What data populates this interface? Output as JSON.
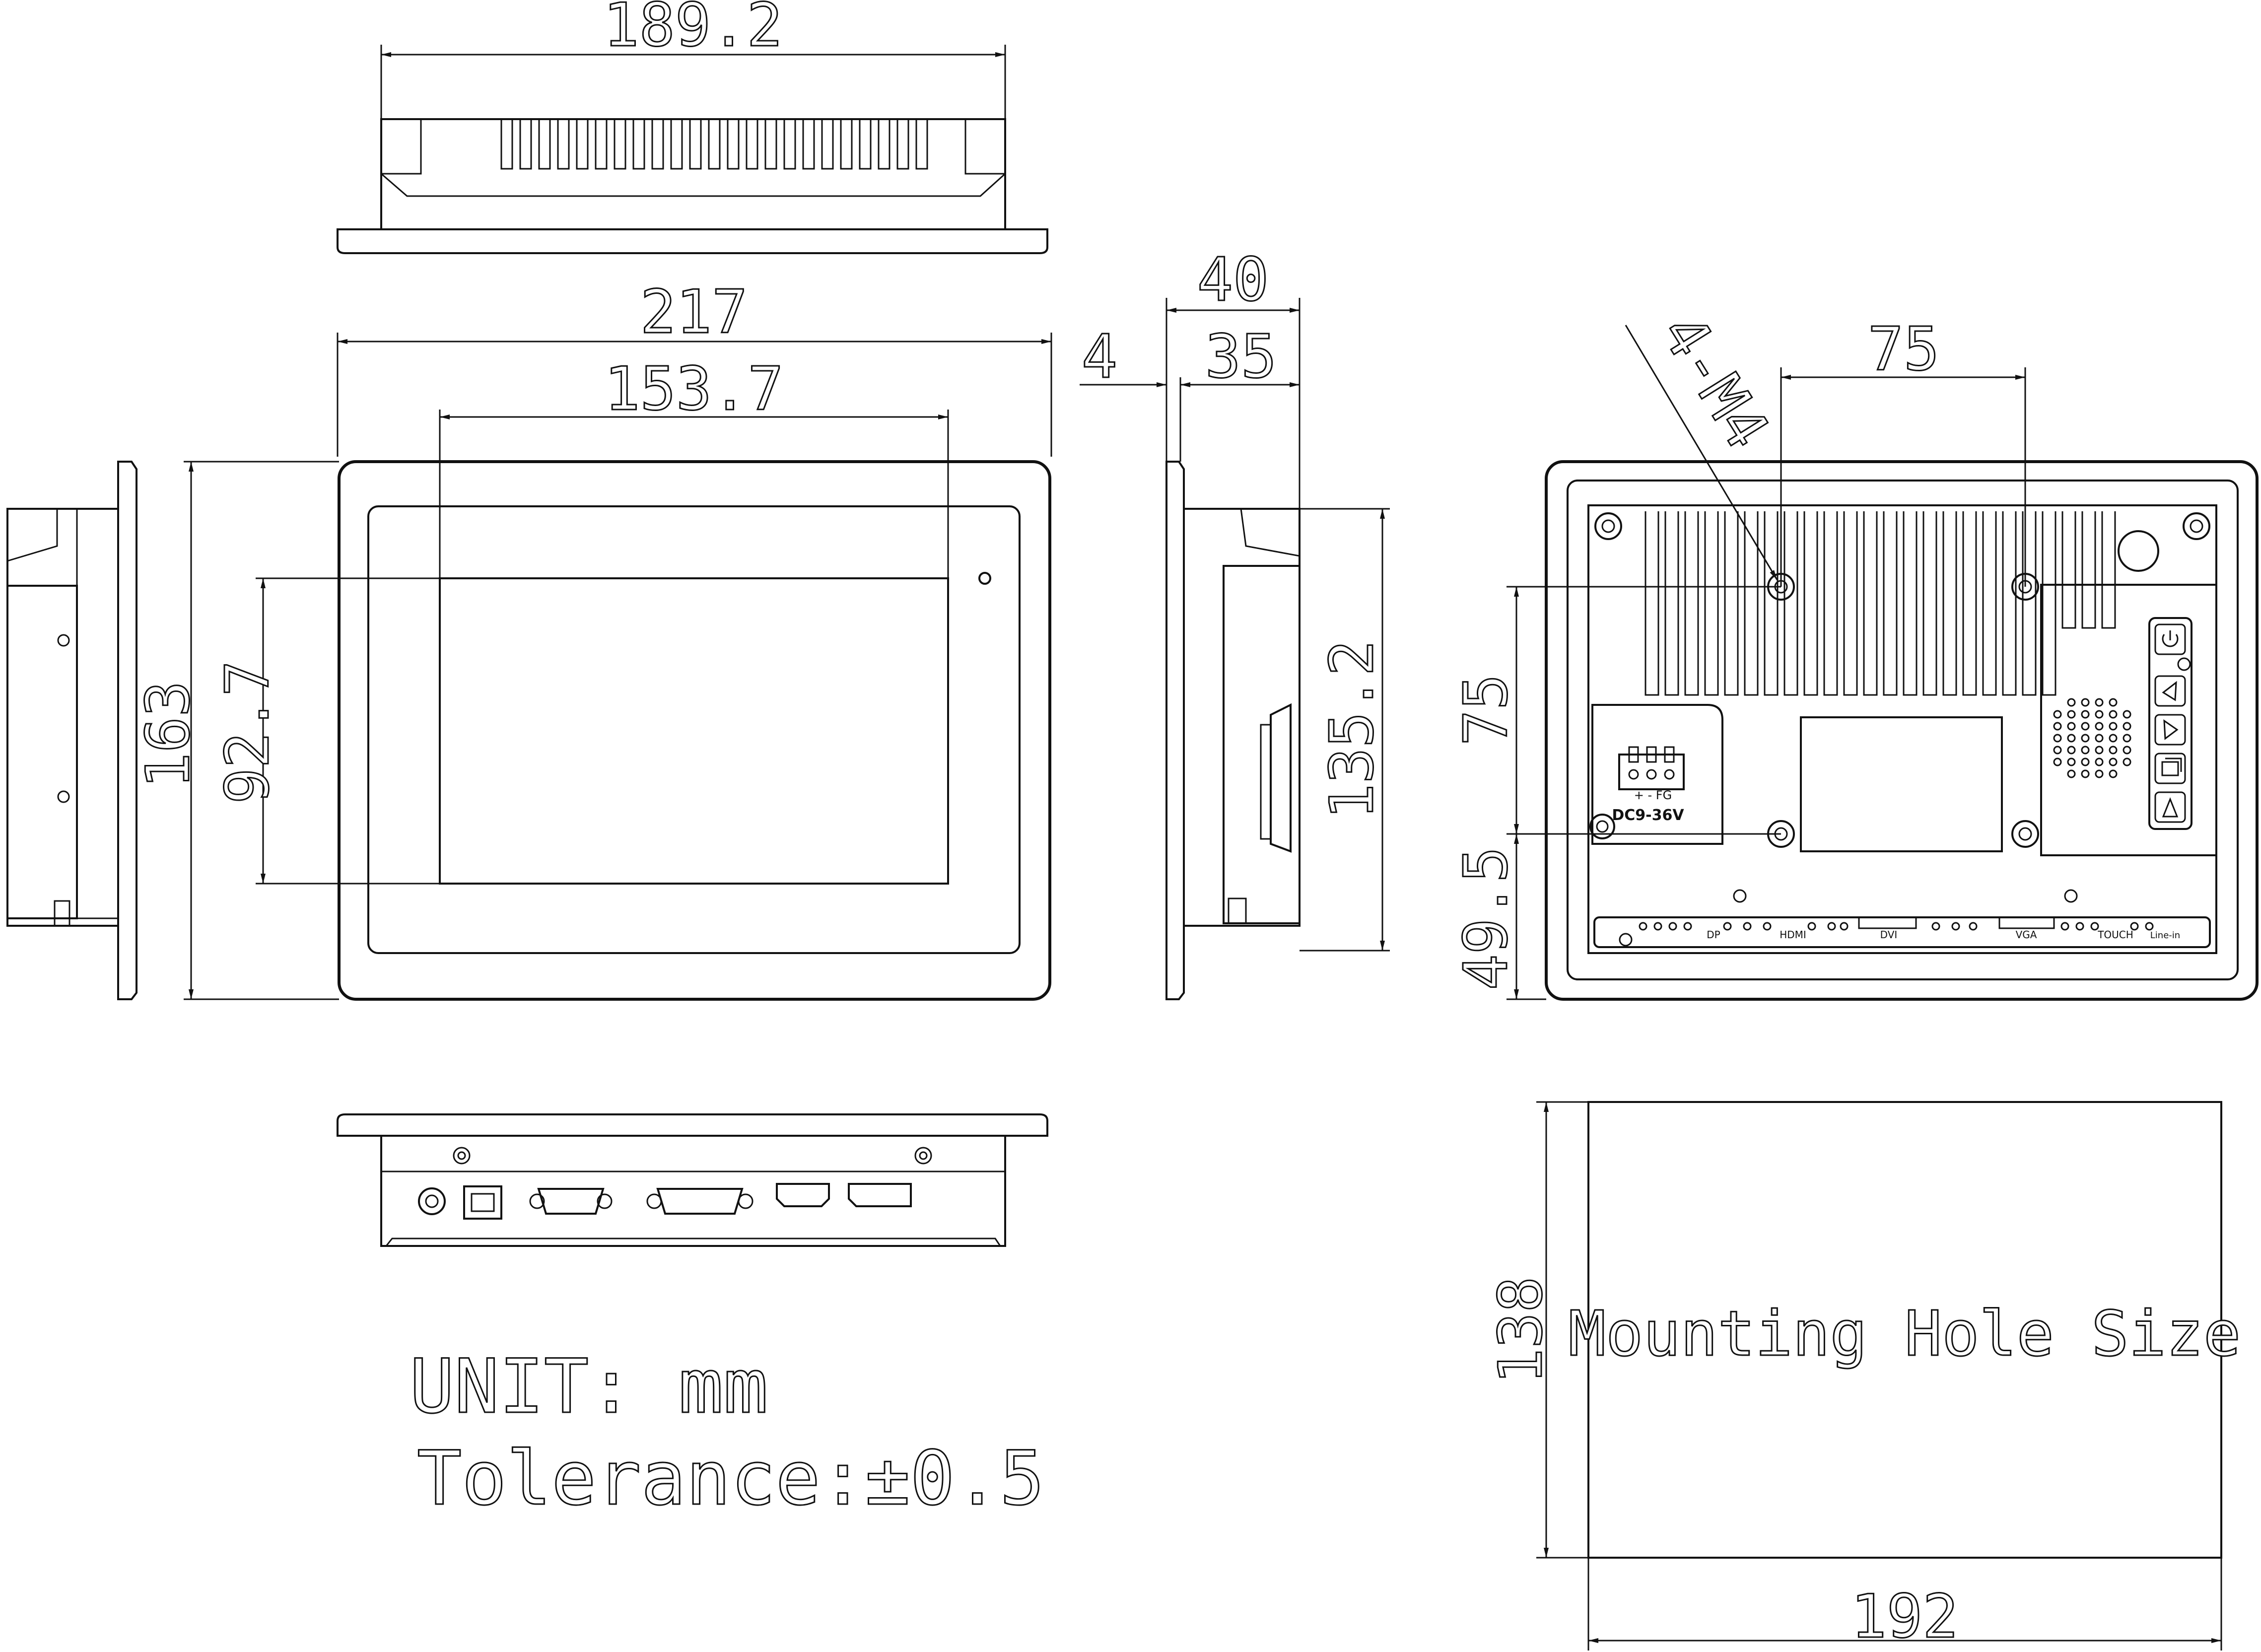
{
  "dimensions": {
    "top_width": "189.2",
    "front_width": "217",
    "screen_width": "153.7",
    "front_height": "163",
    "screen_height": "92.7",
    "side_depth_total": "40",
    "side_depth_body": "35",
    "bezel_thickness": "4",
    "side_height": "135.2",
    "mount_hole_label": "4-M4",
    "vesa_horizontal": "75",
    "vesa_vertical": "75",
    "vesa_offset_bottom": "49.5",
    "cutout_height": "138",
    "cutout_width": "192"
  },
  "rear_labels": {
    "power_pins": "+ - FG",
    "power_input": "DC9-36V",
    "port_dp": "DP",
    "port_hdmi": "HDMI",
    "port_dvi": "DVI",
    "port_vga": "VGA",
    "port_touch": "TOUCH",
    "port_linein": "Line-in"
  },
  "notes": {
    "unit": "UNIT: mm",
    "tolerance": "Tolerance:±0.5",
    "cutout_title": "Mounting Hole Size"
  }
}
